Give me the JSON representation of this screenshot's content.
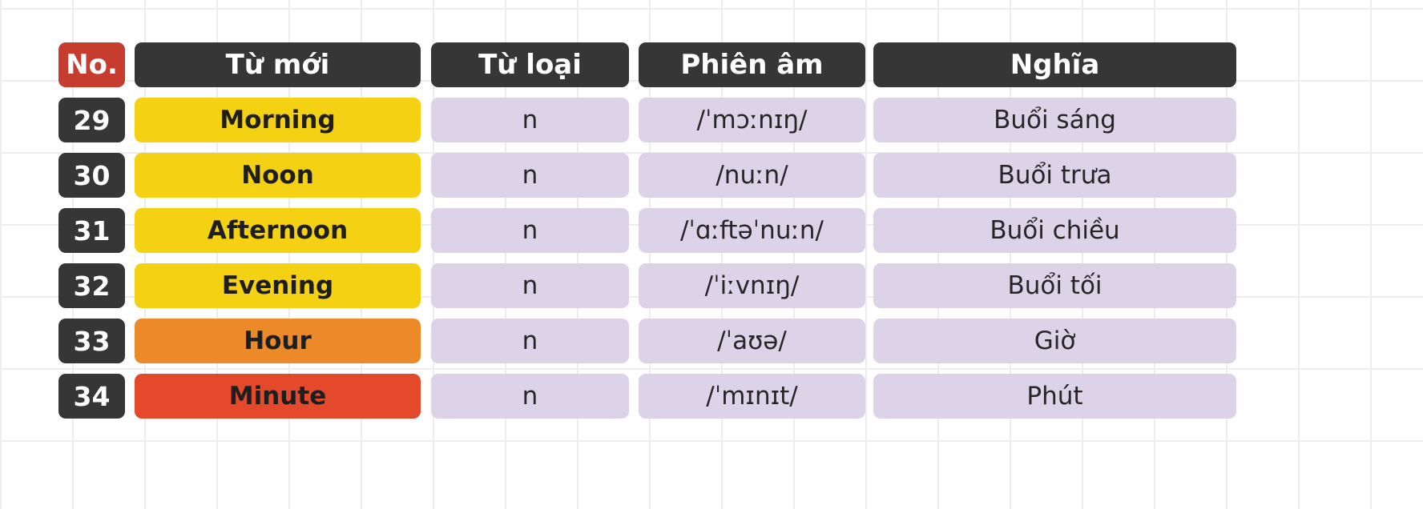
{
  "table": {
    "headers": {
      "no": "No.",
      "word": "Từ mới",
      "type": "Từ loại",
      "pronunciation": "Phiên âm",
      "meaning": "Nghĩa"
    },
    "rows": [
      {
        "no": "29",
        "word": "Morning",
        "type": "n",
        "pronunciation": "/ˈmɔːnɪŋ/",
        "meaning": "Buổi sáng",
        "color": "#f4d213"
      },
      {
        "no": "30",
        "word": "Noon",
        "type": "n",
        "pronunciation": "/nuːn/",
        "meaning": "Buổi trưa",
        "color": "#f4d213"
      },
      {
        "no": "31",
        "word": "Afternoon",
        "type": "n",
        "pronunciation": "/ˈɑːftəˈnuːn/",
        "meaning": "Buổi chiều",
        "color": "#f4d213"
      },
      {
        "no": "32",
        "word": "Evening",
        "type": "n",
        "pronunciation": "/ˈiːvnɪŋ/",
        "meaning": "Buổi tối",
        "color": "#f4d213"
      },
      {
        "no": "33",
        "word": "Hour",
        "type": "n",
        "pronunciation": "/ˈaʊə/",
        "meaning": "Giờ",
        "color": "#ec8a2a"
      },
      {
        "no": "34",
        "word": "Minute",
        "type": "n",
        "pronunciation": "/ˈmɪnɪt/",
        "meaning": "Phút",
        "color": "#e4492c"
      }
    ]
  }
}
